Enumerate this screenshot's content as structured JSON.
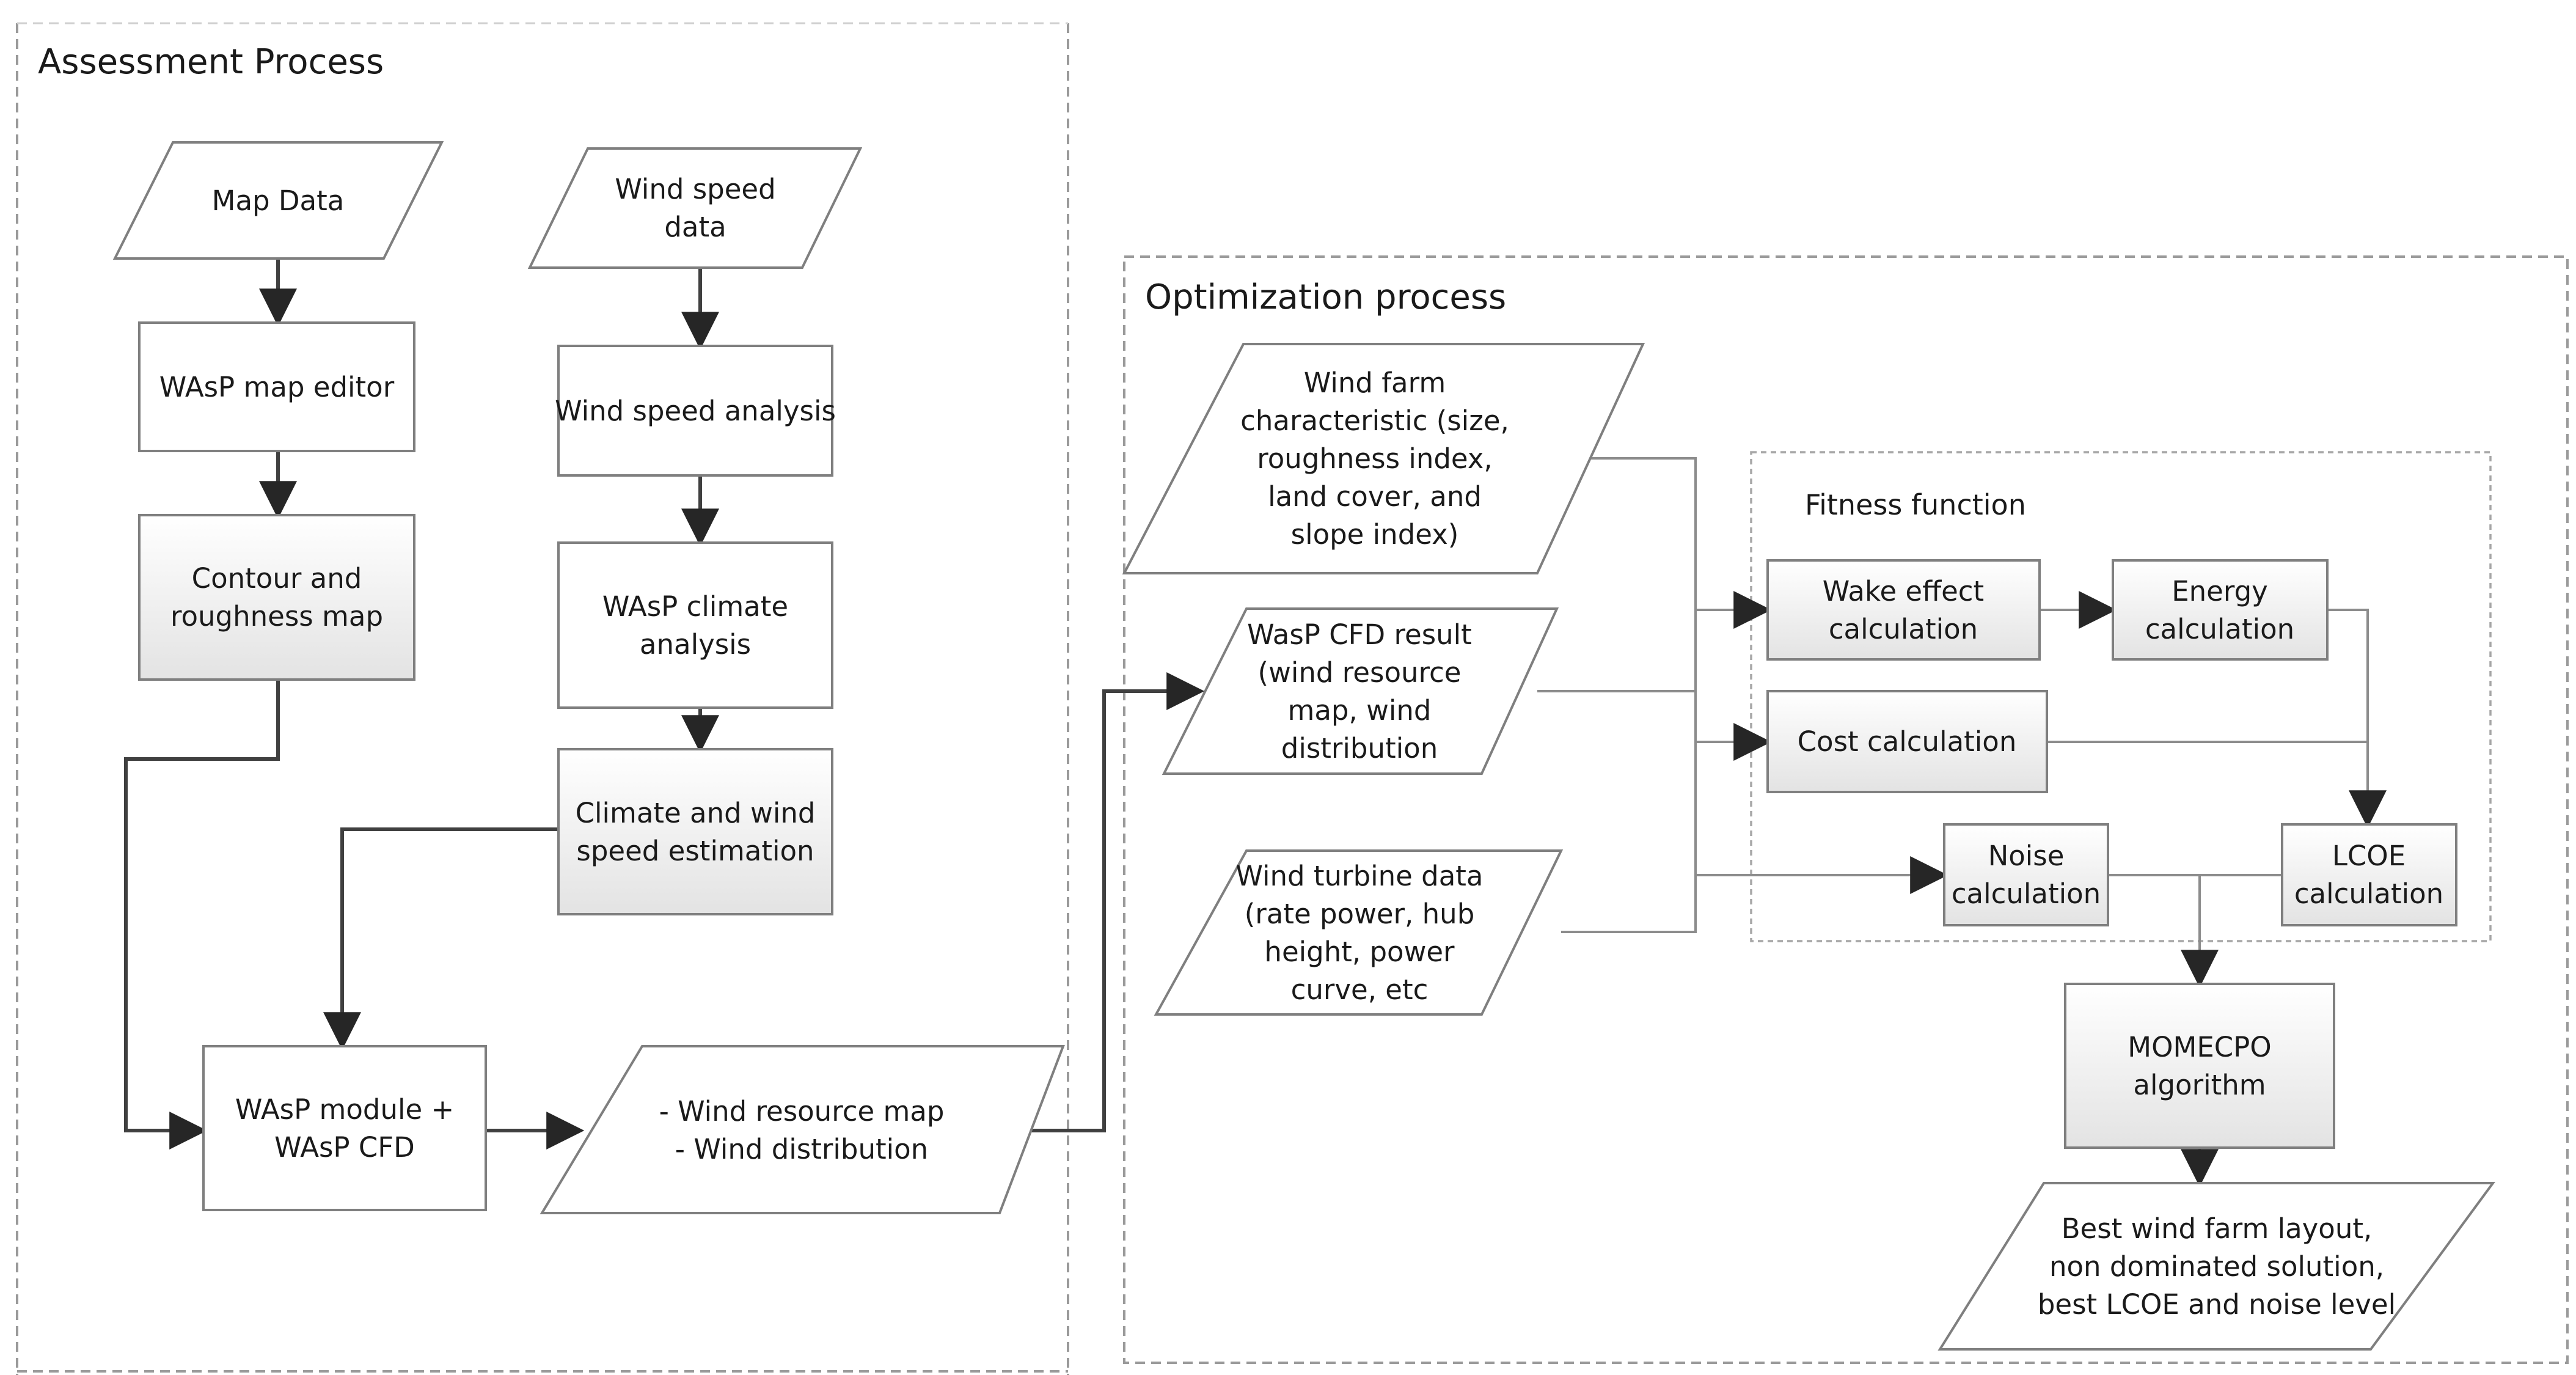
{
  "panels": {
    "assessment": {
      "title": "Assessment Process"
    },
    "optimization": {
      "title": "Optimization process"
    },
    "fitness": {
      "title": "Fitness function"
    }
  },
  "nodes": {
    "map_data": {
      "lines": [
        "Map Data"
      ]
    },
    "wind_speed_data": {
      "lines": [
        "Wind speed",
        "data"
      ]
    },
    "wasp_map_editor": {
      "lines": [
        "WAsP map editor"
      ]
    },
    "wind_speed_analysis": {
      "lines": [
        "Wind speed analysis"
      ]
    },
    "contour_map": {
      "lines": [
        "Contour and",
        "roughness map"
      ]
    },
    "wasp_climate": {
      "lines": [
        "WAsP climate",
        "analysis"
      ]
    },
    "climate_estimation": {
      "lines": [
        "Climate and wind",
        "speed estimation"
      ]
    },
    "wasp_module": {
      "lines": [
        "WAsP module +",
        "WAsP CFD"
      ]
    },
    "wind_resource_output": {
      "lines": [
        "- Wind resource map",
        "- Wind distribution"
      ]
    },
    "farm_characteristic": {
      "lines": [
        "Wind farm",
        "characteristic (size,",
        "roughness index,",
        "land cover, and",
        "slope index)"
      ]
    },
    "wasp_cfd_result": {
      "lines": [
        "WasP CFD result",
        "(wind resource",
        "map, wind",
        "distribution"
      ]
    },
    "turbine_data": {
      "lines": [
        "Wind turbine data",
        "(rate power, hub",
        "height, power",
        "curve, etc"
      ]
    },
    "wake_effect": {
      "lines": [
        "Wake effect",
        "calculation"
      ]
    },
    "energy_calc": {
      "lines": [
        "Energy",
        "calculation"
      ]
    },
    "cost_calc": {
      "lines": [
        "Cost calculation"
      ]
    },
    "noise_calc": {
      "lines": [
        "Noise",
        "calculation"
      ]
    },
    "lcoe_calc": {
      "lines": [
        "LCOE",
        "calculation"
      ]
    },
    "momecpo": {
      "lines": [
        "MOMECPO",
        "algorithm"
      ]
    },
    "best_layout": {
      "lines": [
        "Best wind farm layout,",
        "non dominated solution,",
        "best LCOE and noise level"
      ]
    }
  },
  "colors": {
    "stroke": "#7f7f7f",
    "dashed": "#9a9a9a",
    "connector": "#404040",
    "box_fill_plain": "#ffffff",
    "box_fill_shaded_top": "#ffffff",
    "box_fill_shaded_bottom": "#e6e6e6"
  }
}
